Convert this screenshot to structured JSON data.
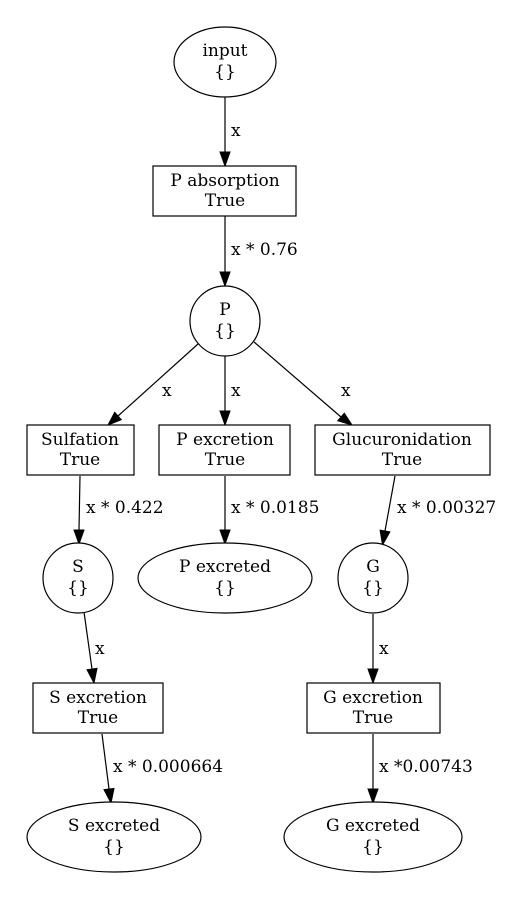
{
  "nodes": {
    "input": {
      "line1": "input",
      "line2": "{}"
    },
    "p_absorption": {
      "line1": "P absorption",
      "line2": "True"
    },
    "P": {
      "line1": "P",
      "line2": "{}"
    },
    "sulfation": {
      "line1": "Sulfation",
      "line2": "True"
    },
    "p_excretion": {
      "line1": "P excretion",
      "line2": "True"
    },
    "glucuronidation": {
      "line1": "Glucuronidation",
      "line2": "True"
    },
    "S": {
      "line1": "S",
      "line2": "{}"
    },
    "p_excreted": {
      "line1": "P excreted",
      "line2": "{}"
    },
    "G": {
      "line1": "G",
      "line2": "{}"
    },
    "s_excretion": {
      "line1": "S excretion",
      "line2": "True"
    },
    "g_excretion": {
      "line1": "G excretion",
      "line2": "True"
    },
    "s_excreted": {
      "line1": "S excreted",
      "line2": "{}"
    },
    "g_excreted": {
      "line1": "G excreted",
      "line2": "{}"
    }
  },
  "edges": {
    "input_to_p_absorption": "x",
    "p_absorption_to_P": "x * 0.76",
    "P_to_sulfation": "x",
    "P_to_p_excretion": "x",
    "P_to_glucuronidation": "x",
    "sulfation_to_S": "x * 0.422",
    "p_excretion_to_p_excreted": "x * 0.0185",
    "glucuronidation_to_G": "x * 0.00327",
    "S_to_s_excretion": "x",
    "G_to_g_excretion": "x",
    "s_excretion_to_s_excreted": "x * 0.000664",
    "g_excretion_to_g_excreted": "x *0.00743"
  }
}
